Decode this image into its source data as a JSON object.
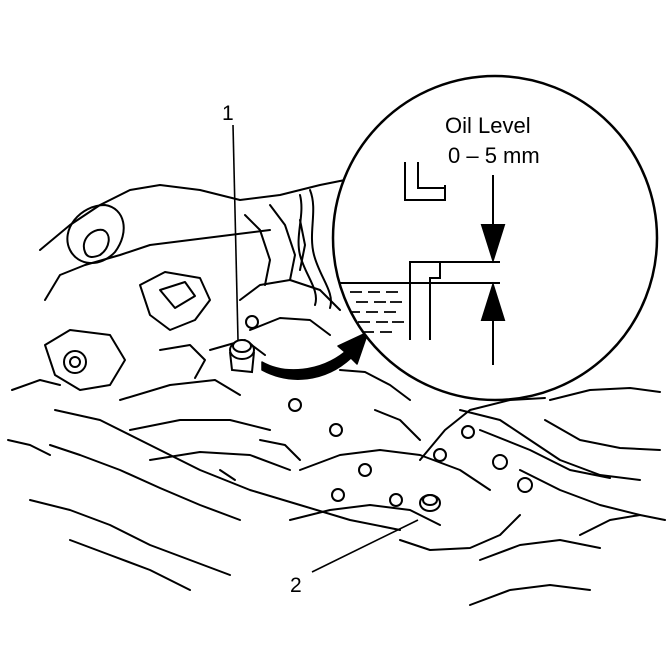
{
  "callouts": [
    {
      "id": "1",
      "label": "1"
    },
    {
      "id": "2",
      "label": "2"
    }
  ],
  "detail_view": {
    "title": "Oil Level",
    "range": "0 – 5 mm"
  },
  "colors": {
    "line": "#000000",
    "background": "#ffffff"
  }
}
